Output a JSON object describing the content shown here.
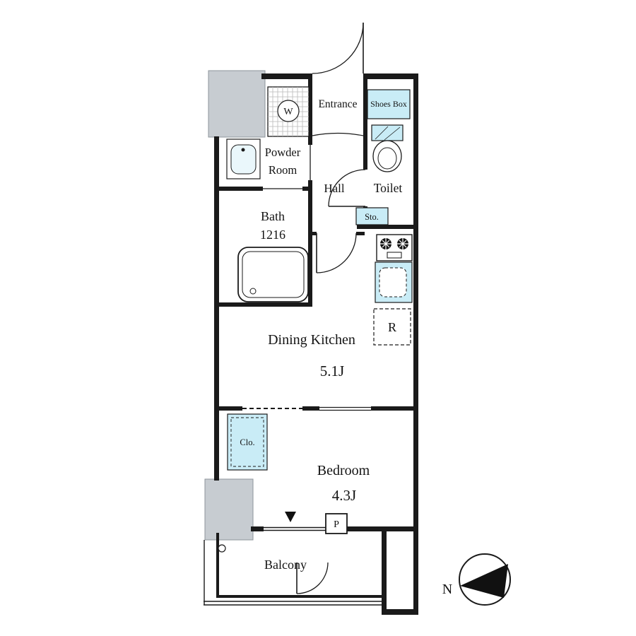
{
  "plan": {
    "rooms": {
      "entrance": {
        "label": "Entrance"
      },
      "shoes_box": {
        "label": "Shoes Box"
      },
      "washer": {
        "label": "W"
      },
      "powder_room": {
        "label_line1": "Powder",
        "label_line2": "Room"
      },
      "hall": {
        "label": "Hall"
      },
      "toilet": {
        "label": "Toilet"
      },
      "storage": {
        "label": "Sto."
      },
      "bath": {
        "label": "Bath",
        "size": "1216"
      },
      "refrigerator": {
        "label": "R"
      },
      "dining_kitchen": {
        "label": "Dining Kitchen",
        "size": "5.1J"
      },
      "closet": {
        "label": "Clo."
      },
      "bedroom": {
        "label": "Bedroom",
        "size": "4.3J"
      },
      "pipe_space": {
        "label": "P"
      },
      "balcony": {
        "label": "Balcony"
      }
    },
    "compass": {
      "north_label": "N"
    },
    "colors": {
      "fixture_fill": "#c9ecf6",
      "concrete_fill": "#c7ccd1",
      "wall": "#1a1a1a"
    }
  }
}
